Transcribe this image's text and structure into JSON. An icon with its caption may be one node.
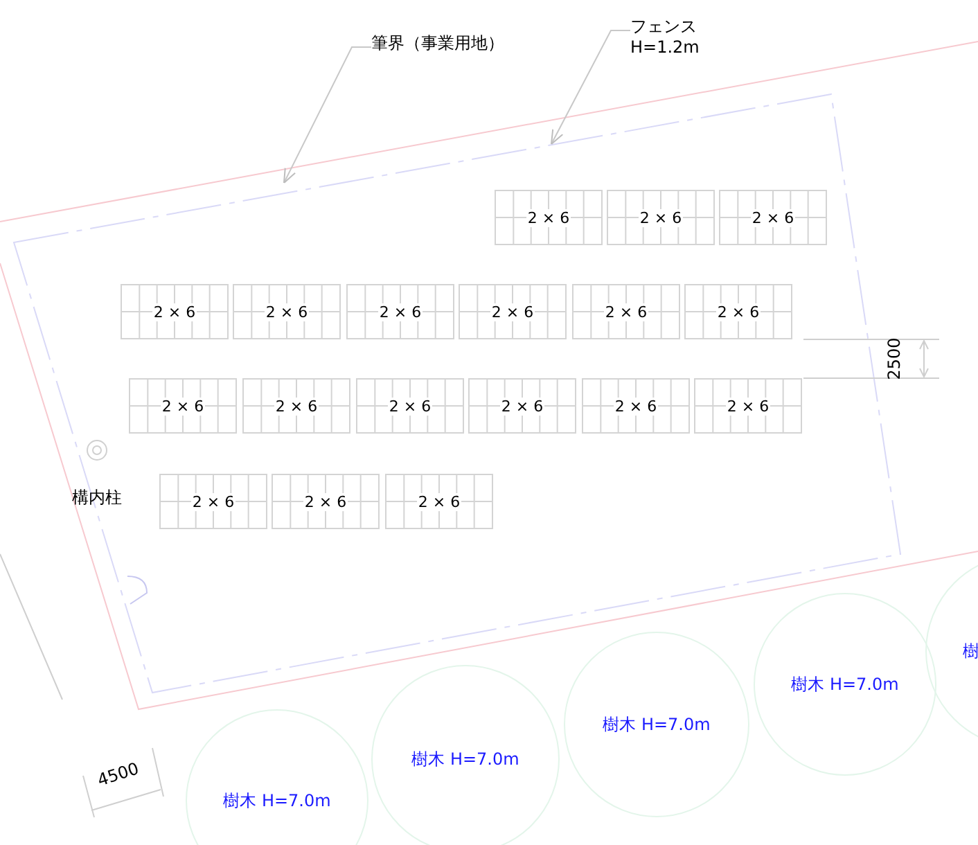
{
  "diagram": {
    "nodes": [
      {
        "text": [
          "筆界（事業用地）"
        ]
      },
      {
        "text": [
          "フェンス H=1.2m"
        ]
      },
      {
        "text": [
          "2 × 6"
        ]
      },
      {
        "text": [
          "2 × 6"
        ]
      },
      {
        "text": [
          "2 × 6"
        ]
      },
      {
        "text": [
          "2 × 6"
        ]
      },
      {
        "text": [
          "2 × 6"
        ]
      },
      {
        "text": [
          "2 × 6"
        ]
      },
      {
        "text": [
          "2 × 6"
        ]
      },
      {
        "text": [
          "2 × 6"
        ]
      },
      {
        "text": [
          "2 × 6"
        ]
      },
      {
        "text": [
          "2 × 6"
        ]
      },
      {
        "text": [
          "2 × 6"
        ]
      },
      {
        "text": [
          "2 × 6"
        ]
      },
      {
        "text": [
          "2 × 6"
        ]
      },
      {
        "text": [
          "2 × 6"
        ]
      },
      {
        "text": [
          "2 × 6"
        ]
      },
      {
        "text": [
          "2 × 6"
        ]
      },
      {
        "text": [
          "2 × 6"
        ]
      },
      {
        "text": [
          "2 × 6"
        ]
      },
      {
        "text": [
          "樹木 H=7.0m"
        ]
      },
      {
        "text": [
          "樹木 H=7.0m"
        ]
      },
      {
        "text": [
          "樹木 H=7.0m"
        ]
      },
      {
        "text": [
          "樹木 H=7.0m"
        ]
      },
      {
        "text": [
          "樹"
        ]
      }
    ],
    "edges": [
      {
        "from": 0,
        "to": null,
        "arrow": "to"
      },
      {
        "from": 1,
        "to": null,
        "arrow": "to"
      }
    ],
    "labels": [
      "2500",
      "構内柱",
      "4500"
    ]
  }
}
